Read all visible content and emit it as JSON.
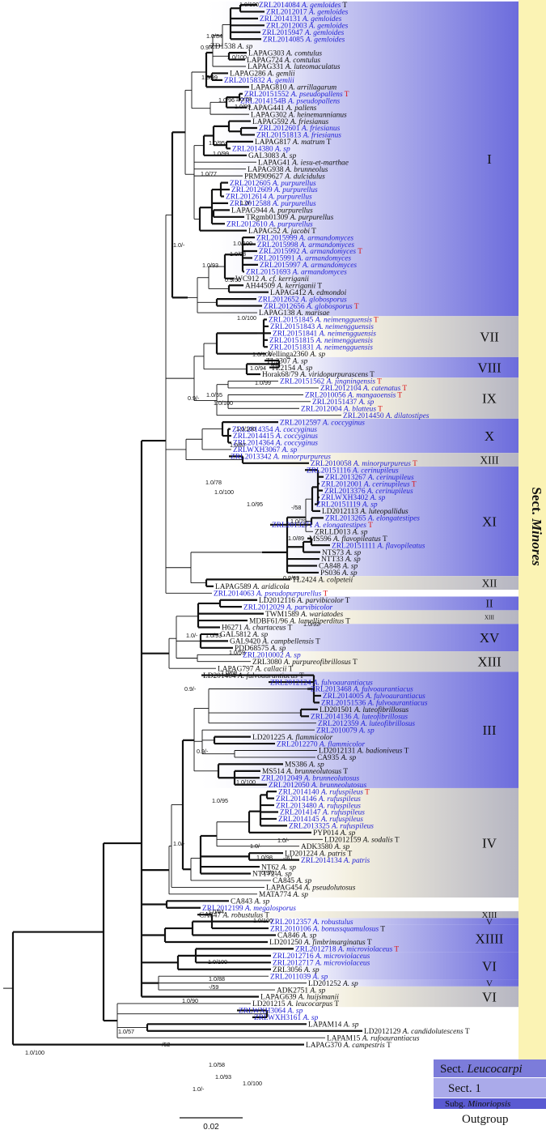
{
  "taxa": [
    {
      "s": "ZRL2014084",
      "n": "A. gemloides",
      "b": 1,
      "t": 1,
      "tr": 0
    },
    {
      "s": "ZRL2012017",
      "n": "A. gemloides",
      "b": 1,
      "t": 0,
      "tr": 0
    },
    {
      "s": "ZRL2014131",
      "n": "A. gemloides",
      "b": 1,
      "t": 0,
      "tr": 0
    },
    {
      "s": "ZRL2012003",
      "n": "A. gemloides",
      "b": 1,
      "t": 0,
      "tr": 0
    },
    {
      "s": "ZRL2015947",
      "n": "A. gemloides",
      "b": 1,
      "t": 0,
      "tr": 0
    },
    {
      "s": "ZRL2014085",
      "n": "A. gemloides",
      "b": 1,
      "t": 0,
      "tr": 0
    },
    {
      "s": "ZD1538",
      "n": "A. sp",
      "b": 0,
      "t": 0,
      "tr": 0
    },
    {
      "s": "LAPAG303",
      "n": "A. comtulus",
      "b": 0,
      "t": 0,
      "tr": 0
    },
    {
      "s": "LAPAG724",
      "n": "A. comtulus",
      "b": 0,
      "t": 0,
      "tr": 0
    },
    {
      "s": "LAPAG331",
      "n": "A. luteomaculatus",
      "b": 0,
      "t": 0,
      "tr": 0
    },
    {
      "s": "LAPAG286",
      "n": "A. gemlii",
      "b": 0,
      "t": 0,
      "tr": 0
    },
    {
      "s": "ZRL2015832",
      "n": "A. gemlii",
      "b": 1,
      "t": 0,
      "tr": 0
    },
    {
      "s": "LAPAG810",
      "n": "A. arrillagarum",
      "b": 0,
      "t": 0,
      "tr": 0
    },
    {
      "s": "ZRL20151552",
      "n": "A. pseudopallens",
      "b": 1,
      "t": 0,
      "tr": 1
    },
    {
      "s": "ZRL2014154B",
      "n": "A. pseudopallens",
      "b": 1,
      "t": 0,
      "tr": 0
    },
    {
      "s": "LAPAG441",
      "n": "A. pallens",
      "b": 0,
      "t": 0,
      "tr": 0
    },
    {
      "s": "LAPAG302",
      "n": "A. heinemannianus",
      "b": 0,
      "t": 0,
      "tr": 0
    },
    {
      "s": "LAPAG592",
      "n": "A. friesianus",
      "b": 0,
      "t": 0,
      "tr": 0
    },
    {
      "s": "ZRL2012601",
      "n": "A. friesianus",
      "b": 1,
      "t": 0,
      "tr": 0
    },
    {
      "s": "ZRL20151813",
      "n": "A. friesianus",
      "b": 1,
      "t": 0,
      "tr": 0
    },
    {
      "s": "LAPAG817",
      "n": "A. matrum",
      "b": 0,
      "t": 1,
      "tr": 0
    },
    {
      "s": "ZRL2014380",
      "n": "A. sp",
      "b": 1,
      "t": 0,
      "tr": 0
    },
    {
      "s": "GAL3083",
      "n": "A. sp",
      "b": 0,
      "t": 0,
      "tr": 0
    },
    {
      "s": "LAPAG41",
      "n": "A. iesu-et-marthae",
      "b": 0,
      "t": 0,
      "tr": 0
    },
    {
      "s": "LAPAG938",
      "n": "A. brunneolus",
      "b": 0,
      "t": 0,
      "tr": 0
    },
    {
      "s": "PRM909627",
      "n": "A. dulcidulus",
      "b": 0,
      "t": 0,
      "tr": 0
    },
    {
      "s": "ZRL2012605",
      "n": "A. purpurellus",
      "b": 1,
      "t": 0,
      "tr": 0
    },
    {
      "s": "ZRL2012609",
      "n": "A. purpurellus",
      "b": 1,
      "t": 0,
      "tr": 0
    },
    {
      "s": "ZRL2012614",
      "n": "A. purpurellus",
      "b": 1,
      "t": 0,
      "tr": 0
    },
    {
      "s": "ZRL2012588",
      "n": "A. purpurellus",
      "b": 1,
      "t": 0,
      "tr": 0
    },
    {
      "s": "LAPAG944",
      "n": "A. purpurellus",
      "b": 0,
      "t": 0,
      "tr": 0
    },
    {
      "s": "TRgmb01309",
      "n": "A. purpurellus",
      "b": 0,
      "t": 0,
      "tr": 0
    },
    {
      "s": "ZRL2012610",
      "n": "A. purpurellus",
      "b": 1,
      "t": 0,
      "tr": 0
    },
    {
      "s": "LAPAG52",
      "n": "A. jacobi",
      "b": 0,
      "t": 1,
      "tr": 0
    },
    {
      "s": "ZRL2015999",
      "n": "A. armandomyces",
      "b": 1,
      "t": 0,
      "tr": 0
    },
    {
      "s": "ZRL2015998",
      "n": "A. armandomyces",
      "b": 1,
      "t": 0,
      "tr": 0
    },
    {
      "s": "ZRL2015992",
      "n": "A. armandomyces",
      "b": 1,
      "t": 0,
      "tr": 1
    },
    {
      "s": "ZRL2015991",
      "n": "A. armandomyces",
      "b": 1,
      "t": 0,
      "tr": 0
    },
    {
      "s": "ZRL2015997",
      "n": "A. armandomyces",
      "b": 1,
      "t": 0,
      "tr": 0
    },
    {
      "s": "ZRL20151693",
      "n": "A. armandomyces",
      "b": 1,
      "t": 0,
      "tr": 0
    },
    {
      "s": "WC912",
      "n": "A. cf. kerriganii",
      "b": 0,
      "t": 0,
      "tr": 0
    },
    {
      "s": "AH44509",
      "n": "A. kerriganii",
      "b": 0,
      "t": 1,
      "tr": 0
    },
    {
      "s": "LAPAG412",
      "n": "A. edmondoi",
      "b": 0,
      "t": 0,
      "tr": 0
    },
    {
      "s": "ZRL2012652",
      "n": "A. globosporus",
      "b": 1,
      "t": 0,
      "tr": 0
    },
    {
      "s": "ZRL2012656",
      "n": "A. globosporus",
      "b": 1,
      "t": 0,
      "tr": 1
    },
    {
      "s": "LAPAG138",
      "n": "A. marisae",
      "b": 0,
      "t": 0,
      "tr": 0
    },
    {
      "s": "ZRL20151845",
      "n": "A. neimengguensis",
      "b": 1,
      "t": 0,
      "tr": 1
    },
    {
      "s": "ZRL20151843",
      "n": "A. neimengguensis",
      "b": 1,
      "t": 0,
      "tr": 0
    },
    {
      "s": "ZRL20151841",
      "n": "A. neimengguensis",
      "b": 1,
      "t": 0,
      "tr": 0
    },
    {
      "s": "ZRL20151815",
      "n": "A. neimengguensis",
      "b": 1,
      "t": 0,
      "tr": 0
    },
    {
      "s": "ZRL20151831",
      "n": "A. neimengguensis",
      "b": 1,
      "t": 0,
      "tr": 0
    },
    {
      "s": "Vellinga2360",
      "n": "A. sp",
      "b": 0,
      "t": 0,
      "tr": 0
    },
    {
      "s": "TL2307",
      "n": "A. sp",
      "b": 0,
      "t": 0,
      "tr": 0
    },
    {
      "s": "TL2154",
      "n": "A. sp",
      "b": 0,
      "t": 0,
      "tr": 0
    },
    {
      "s": "Horak68/79",
      "n": "A. viridopurpurascens",
      "b": 0,
      "t": 1,
      "tr": 0
    },
    {
      "s": "ZRL20151562",
      "n": "A. jingningensis",
      "b": 1,
      "t": 0,
      "tr": 1
    },
    {
      "s": "ZRL2012104",
      "n": "A. catenatus",
      "b": 1,
      "t": 0,
      "tr": 1
    },
    {
      "s": "ZRL2010056",
      "n": "A. mangaoensis",
      "b": 1,
      "t": 0,
      "tr": 1
    },
    {
      "s": "ZRL20151437",
      "n": "A. sp",
      "b": 1,
      "t": 0,
      "tr": 0
    },
    {
      "s": "ZRL2012004",
      "n": "A. blatteus",
      "b": 1,
      "t": 0,
      "tr": 1
    },
    {
      "s": "ZRL2014450",
      "n": "A. dilatostipes",
      "b": 1,
      "t": 0,
      "tr": 0
    },
    {
      "s": "ZRL2012597",
      "n": "A. coccyginus",
      "b": 1,
      "t": 0,
      "tr": 0
    },
    {
      "s": "ZRL2014354",
      "n": "A. coccyginus",
      "b": 1,
      "t": 0,
      "tr": 0
    },
    {
      "s": "ZRL2014415",
      "n": "A. coccyginus",
      "b": 1,
      "t": 0,
      "tr": 0
    },
    {
      "s": "ZRL2014364",
      "n": "A. coccyginus",
      "b": 1,
      "t": 0,
      "tr": 0
    },
    {
      "s": "ZRLWXH3067",
      "n": "A. sp",
      "b": 1,
      "t": 0,
      "tr": 0
    },
    {
      "s": "ZRL2013342",
      "n": "A. minorpurpureus",
      "b": 1,
      "t": 0,
      "tr": 0
    },
    {
      "s": "ZRL2010058",
      "n": "A. minorpurpureus",
      "b": 1,
      "t": 0,
      "tr": 1
    },
    {
      "s": "ZRL20151116",
      "n": "A. cerinupileus",
      "b": 1,
      "t": 0,
      "tr": 0
    },
    {
      "s": "ZRL2013267",
      "n": "A. cerinupileus",
      "b": 1,
      "t": 0,
      "tr": 0
    },
    {
      "s": "ZRL2012001",
      "n": "A. cerinupileus",
      "b": 1,
      "t": 0,
      "tr": 1
    },
    {
      "s": "ZRL2013376",
      "n": "A. cerinupileus",
      "b": 1,
      "t": 0,
      "tr": 0
    },
    {
      "s": "ZRLWXH3402",
      "n": "A. sp",
      "b": 1,
      "t": 0,
      "tr": 0
    },
    {
      "s": "ZRL20151119",
      "n": "A. sp",
      "b": 1,
      "t": 0,
      "tr": 0
    },
    {
      "s": "LD2012113",
      "n": "A. luteopallidus",
      "b": 0,
      "t": 0,
      "tr": 0
    },
    {
      "s": "ZRL2013265",
      "n": "A. elongatestipes",
      "b": 1,
      "t": 0,
      "tr": 0
    },
    {
      "s": "ZRL2013271",
      "n": "A. elongatestipes",
      "b": 1,
      "t": 0,
      "tr": 1
    },
    {
      "s": "ZRLLD013",
      "n": "A. sp",
      "b": 0,
      "t": 0,
      "tr": 0
    },
    {
      "s": "MS596",
      "n": "A. flavopileatus",
      "b": 0,
      "t": 1,
      "tr": 0
    },
    {
      "s": "ZRL20151111",
      "n": "A. flavopileatus",
      "b": 1,
      "t": 0,
      "tr": 0
    },
    {
      "s": "NTS73",
      "n": "A. sp",
      "b": 0,
      "t": 0,
      "tr": 0
    },
    {
      "s": "NTT33",
      "n": "A. sp",
      "b": 0,
      "t": 0,
      "tr": 0
    },
    {
      "s": "CA848",
      "n": "A. sp",
      "b": 0,
      "t": 0,
      "tr": 0
    },
    {
      "s": "PS036",
      "n": "A. sp",
      "b": 0,
      "t": 0,
      "tr": 0
    },
    {
      "s": "TL2424",
      "n": "A. colpeteii",
      "b": 0,
      "t": 0,
      "tr": 0
    },
    {
      "s": "LAPAG589",
      "n": "A. aridicola",
      "b": 0,
      "t": 0,
      "tr": 0
    },
    {
      "s": "ZRL2014063",
      "n": "A. pseudopurpurellus",
      "b": 1,
      "t": 0,
      "tr": 1
    },
    {
      "s": "LD2012116",
      "n": "A. parvibicolor",
      "b": 0,
      "t": 1,
      "tr": 0
    },
    {
      "s": "ZRL2012029",
      "n": "A. parvibicolor",
      "b": 1,
      "t": 0,
      "tr": 0
    },
    {
      "s": "TWM1589",
      "n": "A. wariatodes",
      "b": 0,
      "t": 0,
      "tr": 0
    },
    {
      "s": "MDBF61/96",
      "n": "A. lamelliperditus",
      "b": 0,
      "t": 1,
      "tr": 0
    },
    {
      "s": "H6271",
      "n": "A. chartaceus",
      "b": 0,
      "t": 1,
      "tr": 0
    },
    {
      "s": "GAL5812",
      "n": "A. sp",
      "b": 0,
      "t": 0,
      "tr": 0
    },
    {
      "s": "GAL9420",
      "n": "A. campbellensis",
      "b": 0,
      "t": 1,
      "tr": 0
    },
    {
      "s": "PDD68575",
      "n": "A. sp",
      "b": 0,
      "t": 0,
      "tr": 0
    },
    {
      "s": "ZRL2010002",
      "n": "A. sp",
      "b": 1,
      "t": 0,
      "tr": 0
    },
    {
      "s": "ZRL3080",
      "n": "A. purpureofibrillosus",
      "b": 0,
      "t": 1,
      "tr": 0
    },
    {
      "s": "LAPAG797",
      "n": "A. callacii",
      "b": 0,
      "t": 1,
      "tr": 0
    },
    {
      "s": "LD201404",
      "n": "A. fulvoaurantiacus",
      "b": 0,
      "t": 1,
      "tr": 0
    },
    {
      "s": "ZRL2012124",
      "n": "A. fulvoaurantiacus",
      "b": 1,
      "t": 0,
      "tr": 0
    },
    {
      "s": "ZRL2013468",
      "n": "A. fulvoaurantiacus",
      "b": 1,
      "t": 0,
      "tr": 0
    },
    {
      "s": "ZRL2014005",
      "n": "A. fulvoaurantiacus",
      "b": 1,
      "t": 0,
      "tr": 0
    },
    {
      "s": "ZRL20151536",
      "n": "A. fulvoaurantiacus",
      "b": 1,
      "t": 0,
      "tr": 0
    },
    {
      "s": "LD201501",
      "n": "A. luteofibrillosus",
      "b": 0,
      "t": 0,
      "tr": 0
    },
    {
      "s": "ZRL2014136",
      "n": "A. luteofibrillosus",
      "b": 1,
      "t": 0,
      "tr": 0
    },
    {
      "s": "ZRL2012359",
      "n": "A. luteofibrillosus",
      "b": 1,
      "t": 0,
      "tr": 0
    },
    {
      "s": "ZRL2010079",
      "n": "A. sp",
      "b": 1,
      "t": 0,
      "tr": 0
    },
    {
      "s": "LD201225",
      "n": "A. flammicolor",
      "b": 0,
      "t": 0,
      "tr": 0
    },
    {
      "s": "ZRL2012270",
      "n": "A. flammicolor",
      "b": 1,
      "t": 0,
      "tr": 0
    },
    {
      "s": "LD2012131",
      "n": "A. badioniveus",
      "b": 0,
      "t": 1,
      "tr": 0
    },
    {
      "s": "CA935",
      "n": "A. sp",
      "b": 0,
      "t": 0,
      "tr": 0
    },
    {
      "s": "MS386",
      "n": "A. sp",
      "b": 0,
      "t": 0,
      "tr": 0
    },
    {
      "s": "MS514",
      "n": "A. brunneolutosus",
      "b": 0,
      "t": 1,
      "tr": 0
    },
    {
      "s": "ZRL2012049",
      "n": "A. brunneolutosus",
      "b": 1,
      "t": 0,
      "tr": 0
    },
    {
      "s": "ZRL2012050",
      "n": "A. brunneolutosus",
      "b": 1,
      "t": 0,
      "tr": 0
    },
    {
      "s": "ZRL2014140",
      "n": "A. rufuspileus",
      "b": 1,
      "t": 0,
      "tr": 1
    },
    {
      "s": "ZRL2014146",
      "n": "A. rufuspileus",
      "b": 1,
      "t": 0,
      "tr": 0
    },
    {
      "s": "ZRL2013480",
      "n": "A. rufuspileus",
      "b": 1,
      "t": 0,
      "tr": 0
    },
    {
      "s": "ZRL2014147",
      "n": "A. rufuspileus",
      "b": 1,
      "t": 0,
      "tr": 0
    },
    {
      "s": "ZRL2014145",
      "n": "A. rufuspileus",
      "b": 1,
      "t": 0,
      "tr": 0
    },
    {
      "s": "ZRL2013325",
      "n": "A. rufuspileus",
      "b": 1,
      "t": 0,
      "tr": 0
    },
    {
      "s": "PYP014",
      "n": "A. sp",
      "b": 0,
      "t": 0,
      "tr": 0
    },
    {
      "s": "LD2012159",
      "n": "A. sodalis",
      "b": 0,
      "t": 1,
      "tr": 0
    },
    {
      "s": "ADK3580",
      "n": "A. sp",
      "b": 0,
      "t": 0,
      "tr": 0
    },
    {
      "s": "LD201224",
      "n": "A. patris",
      "b": 0,
      "t": 1,
      "tr": 0
    },
    {
      "s": "ZRL2014134",
      "n": "A. patris",
      "b": 1,
      "t": 0,
      "tr": 0
    },
    {
      "s": "NT62",
      "n": "A. sp",
      "b": 0,
      "t": 0,
      "tr": 0
    },
    {
      "s": "NTT72",
      "n": "A. sp",
      "b": 0,
      "t": 0,
      "tr": 0
    },
    {
      "s": "CA845",
      "n": "A. sp",
      "b": 0,
      "t": 0,
      "tr": 0
    },
    {
      "s": "LAPAG454",
      "n": "A. pseudolutosus",
      "b": 0,
      "t": 0,
      "tr": 0
    },
    {
      "s": "MATA774",
      "n": "A. sp",
      "b": 0,
      "t": 0,
      "tr": 0
    },
    {
      "s": "CA843",
      "n": "A. sp",
      "b": 0,
      "t": 0,
      "tr": 0
    },
    {
      "s": "ZRL2012199",
      "n": "A. megalosporus",
      "b": 1,
      "t": 0,
      "tr": 0
    },
    {
      "s": "CA847",
      "n": "A. robustulus",
      "b": 0,
      "t": 1,
      "tr": 0
    },
    {
      "s": "ZRL2012357",
      "n": "A. robustulus",
      "b": 1,
      "t": 0,
      "tr": 0
    },
    {
      "s": "ZRL2010106",
      "n": "A. bonussquamulosus",
      "b": 1,
      "t": 1,
      "tr": 0
    },
    {
      "s": "CA846",
      "n": "A. sp",
      "b": 0,
      "t": 0,
      "tr": 0
    },
    {
      "s": "LD201250",
      "n": "A. fimbrimarginatus",
      "b": 0,
      "t": 1,
      "tr": 0
    },
    {
      "s": "ZRL2012718",
      "n": "A. microviolaceus",
      "b": 1,
      "t": 0,
      "tr": 1
    },
    {
      "s": "ZRL2012716",
      "n": "A. microviolaceus",
      "b": 1,
      "t": 0,
      "tr": 0
    },
    {
      "s": "ZRL2012717",
      "n": "A. microviolaceus",
      "b": 1,
      "t": 0,
      "tr": 0
    },
    {
      "s": "ZRL3056",
      "n": "A. sp",
      "b": 0,
      "t": 0,
      "tr": 0
    },
    {
      "s": "ZRL2011039",
      "n": "A. sp",
      "b": 1,
      "t": 0,
      "tr": 0
    },
    {
      "s": "LD201252",
      "n": "A. sp",
      "b": 0,
      "t": 0,
      "tr": 0
    },
    {
      "s": "ADK2751",
      "n": "A. sp",
      "b": 0,
      "t": 0,
      "tr": 0
    },
    {
      "s": "LAPAG639",
      "n": "A. huijsmanii",
      "b": 0,
      "t": 0,
      "tr": 0
    },
    {
      "s": "LD201215",
      "n": "A. leucocarpus",
      "b": 0,
      "t": 1,
      "tr": 0
    },
    {
      "s": "ZRLWXH3064",
      "n": "A. sp",
      "b": 1,
      "t": 0,
      "tr": 0
    },
    {
      "s": "ZRLWXH3161",
      "n": "A. sp",
      "b": 1,
      "t": 0,
      "tr": 0
    },
    {
      "s": "LAPAM14",
      "n": "A. sp",
      "b": 0,
      "t": 0,
      "tr": 0
    },
    {
      "s": "LD2012129",
      "n": "A. candidolutescens",
      "b": 0,
      "t": 1,
      "tr": 0
    },
    {
      "s": "LAPAM15",
      "n": "A. rufoaurantiacus",
      "b": 0,
      "t": 0,
      "tr": 0
    },
    {
      "s": "LAPAG370",
      "n": "A. campestris",
      "b": 0,
      "t": 1,
      "tr": 0
    }
  ],
  "clade_labels": [
    {
      "t": "I",
      "a": "l"
    },
    {
      "t": "VII",
      "a": "l"
    },
    {
      "t": "VIII",
      "a": "l"
    },
    {
      "t": "IX",
      "a": "l"
    },
    {
      "t": "X",
      "a": "l"
    },
    {
      "t": "XIII",
      "a": "l"
    },
    {
      "t": "XI",
      "a": "l"
    },
    {
      "t": "XII",
      "a": "l"
    },
    {
      "t": "II",
      "a": "l"
    },
    {
      "t": "XIII",
      "a": "s"
    },
    {
      "t": "XV",
      "a": "l"
    },
    {
      "t": "XIII",
      "a": "l"
    },
    {
      "t": "III",
      "a": "l"
    },
    {
      "t": "IV",
      "a": "l"
    },
    {
      "t": "XIII",
      "a": "l"
    },
    {
      "t": "V",
      "a": "l"
    },
    {
      "t": "XIIII",
      "a": "l"
    },
    {
      "t": "VI",
      "a": "l"
    },
    {
      "t": "V",
      "a": "l"
    },
    {
      "t": "VI",
      "a": "l"
    }
  ],
  "section_labels": {
    "minores_prefix": "Sect.",
    "minores_name": "Minores",
    "leucocarpi_prefix": "Sect.",
    "leucocarpi_name": "Leucocarpi",
    "sect1": "Sect. 1",
    "minoriopsis_prefix": "Subg.",
    "minoriopsis_name": "Minoriopsis",
    "outgroup": "Outgroup"
  },
  "support_values": [
    "1.0/100",
    "1.0/84",
    "0.9/-",
    "1.0/100",
    "1.0/99",
    "1.0/78",
    "1.0/99",
    "1.0/96",
    "1.0/95",
    "1.0/99",
    "1.0/77",
    "1.0/-",
    "1.0/-",
    "1.0/100",
    "1.0/98",
    "1.0/93",
    "0.9/50",
    "1.0/100",
    "1.0/100",
    "1.0/94",
    "1.0/99",
    "1.0/55",
    "0.9/-",
    "1.0/100",
    "1.0/100",
    "1.0/87",
    "1.0/78",
    "1.0/100",
    "1.0/95",
    "1.0/79",
    "1.0/89",
    "0.9/63",
    "1.0/93",
    "1.0/-",
    "1.0/59",
    "1.0/69",
    "0.9/-",
    "0.9/-",
    "1.0/100",
    "1.0/95",
    "1.0/98",
    "0.9/61",
    "1.0/94",
    "1.0/100",
    "1.0/-",
    "1.0/100",
    "1.0/88",
    "-/59",
    "1.0/90",
    "1.0/57",
    "-/52",
    "1.0/100",
    "1.0/93",
    "1.0/-",
    "1.0/100",
    "1.0/58",
    "1.0/-",
    "1.0/-",
    "-/58",
    "-/61",
    "1.0/92"
  ],
  "scale_bar": {
    "label": "0.02"
  },
  "colors": {
    "blue_label": "#2222d6",
    "type_marker_red": "#dd1111",
    "black_label": "#111111",
    "band_blue": "#7777dd",
    "band_beige": "#f3efdc",
    "minores_strip": "#fbf3b4"
  }
}
